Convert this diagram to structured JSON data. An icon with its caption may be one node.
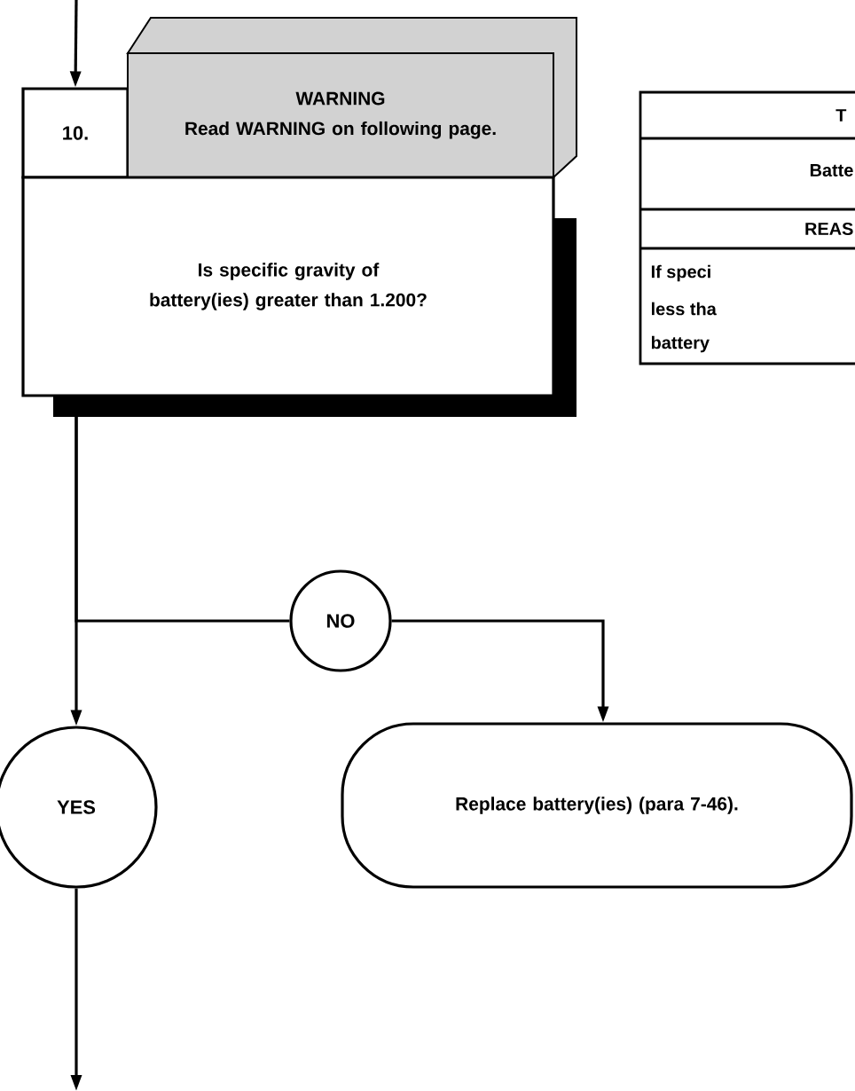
{
  "diagram": {
    "nodes": [
      {
        "text": [
          "10."
        ]
      },
      {
        "text": [
          "WARNING",
          "Read WARNING on following page."
        ]
      },
      {
        "text": [
          "Is specific gravity of battery(ies) greater than 1.200?"
        ]
      },
      {
        "text": [
          "NO"
        ]
      },
      {
        "text": [
          "YES"
        ]
      },
      {
        "text": [
          "Replace battery(ies) (para 7-46)."
        ]
      }
    ],
    "edges": [
      {
        "from": null,
        "to": 0,
        "arrow": "to"
      },
      {
        "from": 2,
        "to": 3,
        "arrow": "none"
      },
      {
        "from": 3,
        "to": 5,
        "arrow": "to"
      },
      {
        "from": 2,
        "to": 4,
        "arrow": "to"
      },
      {
        "from": 4,
        "to": null,
        "arrow": "to"
      }
    ],
    "labels": [
      "T",
      "Batte",
      "REAS",
      "If speci",
      "less tha",
      "battery"
    ]
  }
}
